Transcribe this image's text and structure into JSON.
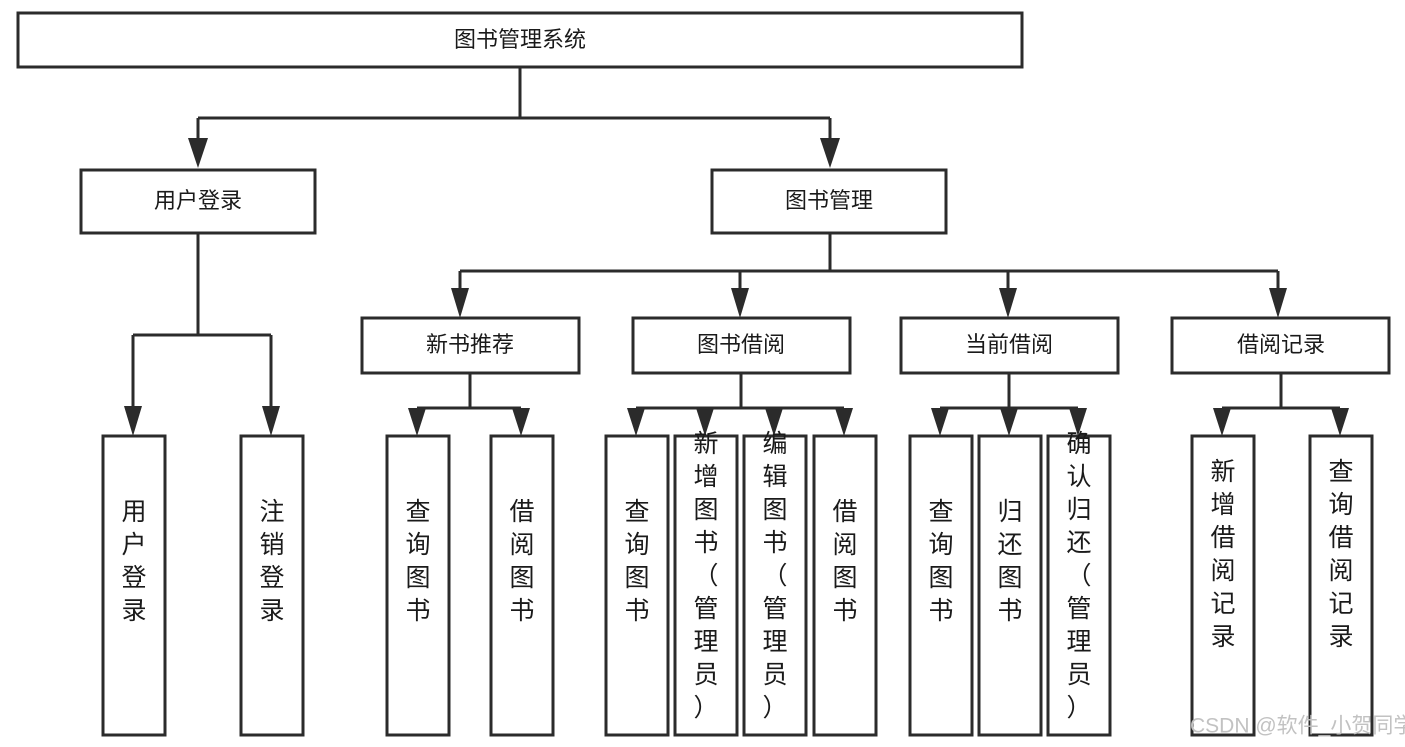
{
  "diagram": {
    "title": "图书管理系统",
    "type": "hierarchy-tree",
    "watermark": "CSDN @软件_小贺同学",
    "colors": {
      "stroke": "#2b2b2b",
      "box_fill": "#ffffff",
      "text": "#1a1a1a",
      "background": "#ffffff",
      "watermark": "#c2c2c2"
    },
    "nodes": {
      "root": {
        "label": "图书管理系统"
      },
      "level2": [
        {
          "id": "user-login",
          "label": "用户登录"
        },
        {
          "id": "book-management",
          "label": "图书管理"
        }
      ],
      "level3": [
        {
          "id": "new-book-recommend",
          "label": "新书推荐"
        },
        {
          "id": "book-borrow",
          "label": "图书借阅"
        },
        {
          "id": "current-borrow",
          "label": "当前借阅"
        },
        {
          "id": "borrow-record",
          "label": "借阅记录"
        }
      ],
      "leaves": {
        "user-login": [
          {
            "id": "leaf-user-login",
            "label": "用户登录"
          },
          {
            "id": "leaf-logout-login",
            "label": "注销登录"
          }
        ],
        "new-book-recommend": [
          {
            "id": "leaf-query-book-1",
            "label": "查询图书"
          },
          {
            "id": "leaf-borrow-book-1",
            "label": "借阅图书"
          }
        ],
        "book-borrow": [
          {
            "id": "leaf-query-book-2",
            "label": "查询图书"
          },
          {
            "id": "leaf-add-book",
            "label": "新增图书（管理员）"
          },
          {
            "id": "leaf-edit-book",
            "label": "编辑图书（管理员）"
          },
          {
            "id": "leaf-borrow-book-2",
            "label": "借阅图书"
          }
        ],
        "current-borrow": [
          {
            "id": "leaf-query-book-3",
            "label": "查询图书"
          },
          {
            "id": "leaf-return-book",
            "label": "归还图书"
          },
          {
            "id": "leaf-confirm-return",
            "label": "确认归还（管理员）"
          }
        ],
        "borrow-record": [
          {
            "id": "leaf-add-record",
            "label": "新增借阅记录"
          },
          {
            "id": "leaf-query-record",
            "label": "查询借阅记录"
          }
        ]
      }
    }
  }
}
